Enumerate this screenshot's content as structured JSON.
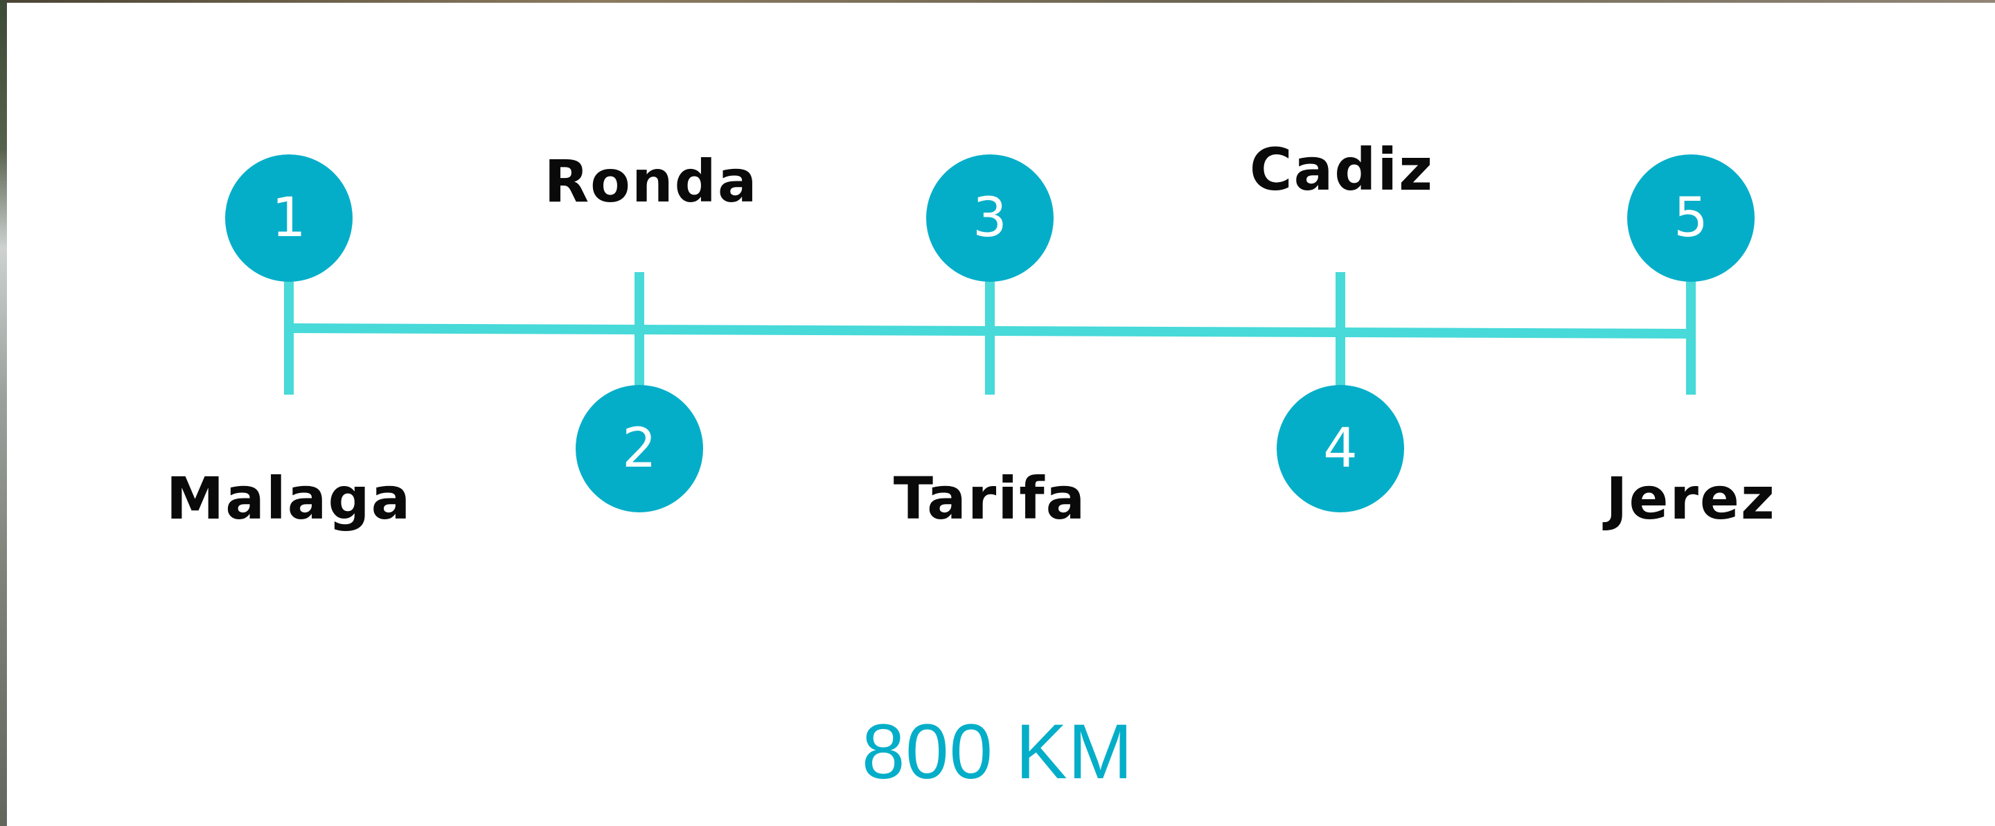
{
  "route": {
    "stops": [
      {
        "number": "1",
        "name": "Malaga"
      },
      {
        "number": "2",
        "name": "Ronda"
      },
      {
        "number": "3",
        "name": "Tarifa"
      },
      {
        "number": "4",
        "name": "Cadiz"
      },
      {
        "number": "5",
        "name": "Jerez"
      }
    ],
    "total_distance": "800 KM"
  },
  "colors": {
    "line": "#48d9d9",
    "marker": "#05aec8",
    "label": "#0a0a0a",
    "distance": "#05aec8"
  }
}
